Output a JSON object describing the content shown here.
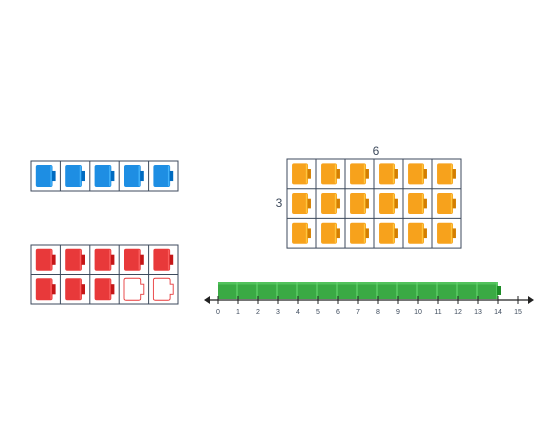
{
  "colors": {
    "blue": "#1e8ee3",
    "red": "#e8393a",
    "orange": "#f7a21c",
    "green": "#3aaa44",
    "outline": "#3d4a5c"
  },
  "blue_frame": {
    "columns": 5,
    "rows": 1,
    "filled": 5
  },
  "red_frame": {
    "columns": 5,
    "rows": 2,
    "filled": 8
  },
  "array": {
    "columns": 6,
    "rows": 3,
    "column_label": "6",
    "row_label": "3"
  },
  "number_line": {
    "min": 0,
    "max": 15,
    "ticks": [
      "0",
      "1",
      "2",
      "3",
      "4",
      "5",
      "6",
      "7",
      "8",
      "9",
      "10",
      "11",
      "12",
      "13",
      "14",
      "15"
    ],
    "bar_end": 14
  }
}
